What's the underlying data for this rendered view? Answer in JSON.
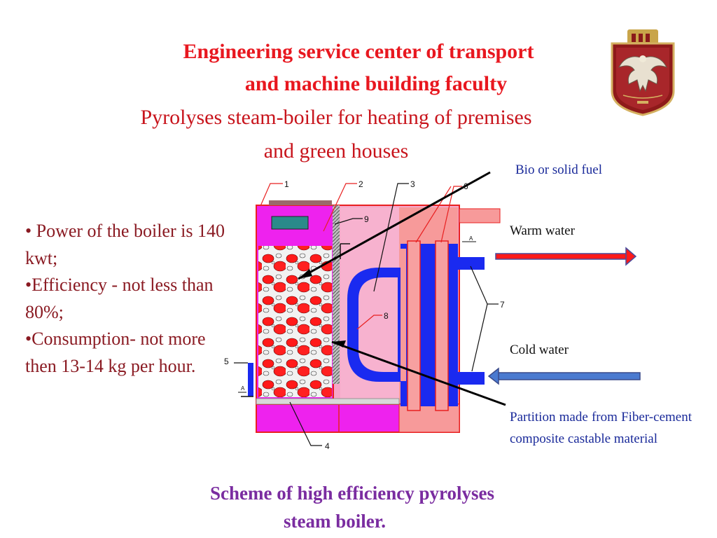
{
  "header": {
    "title_line1": "Engineering service center of transport",
    "title_line2": "and machine building faculty",
    "subtitle_line1": "Pyrolyses steam-boiler for heating of premises",
    "subtitle_line2": "and green houses"
  },
  "bullets": [
    {
      "bullet": "•",
      "text": " Power of the boiler is 140 kwt;"
    },
    {
      "bullet": "•",
      "text": "Efficiency - not less than 80%;"
    },
    {
      "bullet": "•",
      "text": "Consumption-  not more  then 13-14 kg per hour."
    }
  ],
  "labels": {
    "fuel": "Bio or solid fuel",
    "warm": "Warm water",
    "cold": "Cold water",
    "partition": "Partition made from Fiber-cement composite castable material"
  },
  "diagram": {
    "num1": "1",
    "num2": "2",
    "num3": "3",
    "num6": "6",
    "num9": "9",
    "num8": "8",
    "num7": "7",
    "num5": "5",
    "num4": "4",
    "markA1": "A",
    "markA2": "A"
  },
  "caption": {
    "line1": "Scheme of high efficiency pyrolyses",
    "line2": "steam boiler."
  },
  "colors": {
    "title": "#e8171f",
    "bullets": "#8a1a22",
    "caption": "#7a2ca0",
    "boiler_magenta": "#ee22ee",
    "boiler_pink": "#f6a6c8",
    "fire_red": "#ff1a1a",
    "pipe_blue": "#1a2af0"
  },
  "logo": {
    "icon": "eagle-crest-shield-icon"
  }
}
